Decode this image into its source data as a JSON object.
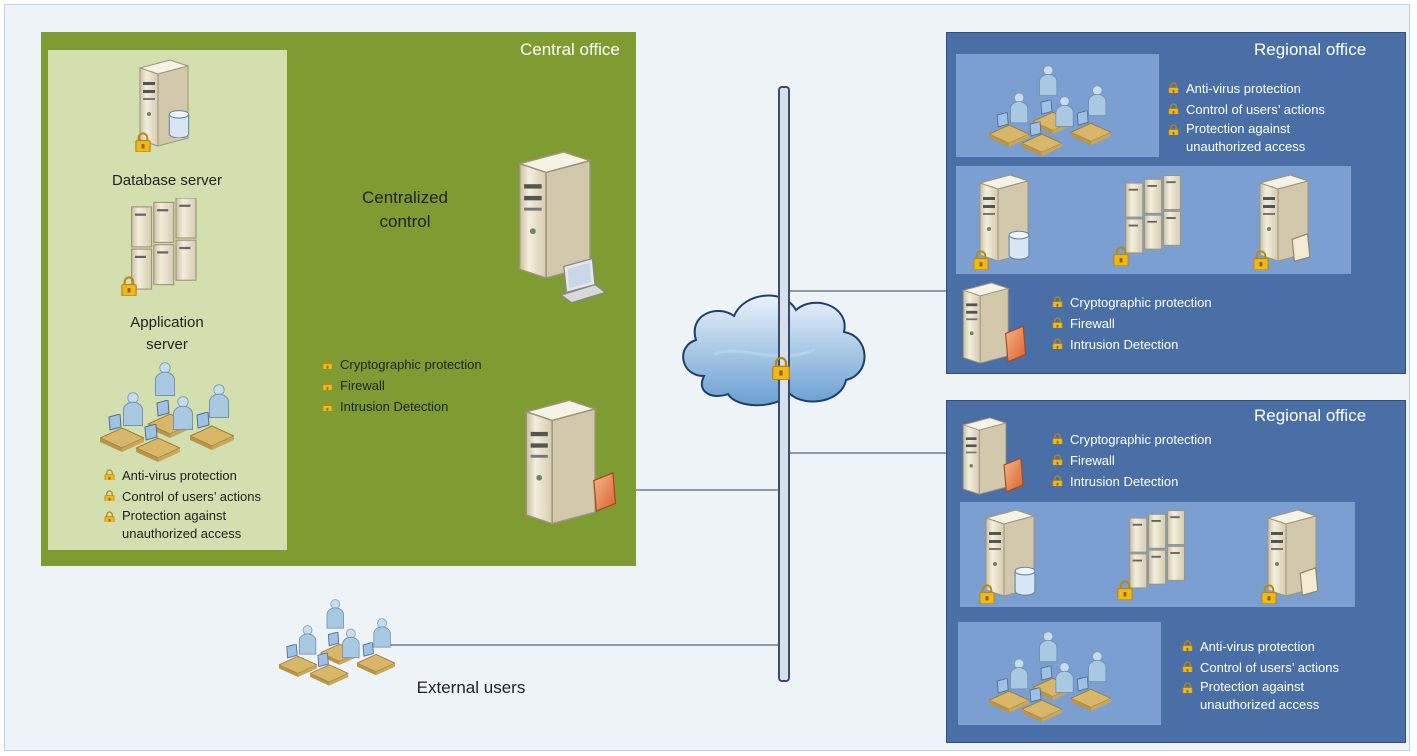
{
  "central_office": {
    "title": "Central office",
    "database_server_label": "Database server",
    "application_server_label": "Application\nserver",
    "centralized_control_label": "Centralized\ncontrol",
    "workstation_protections": [
      "Anti-virus protection",
      "Control of users’ actions",
      "Protection against\nunauthorized access"
    ],
    "gateway_protections": [
      "Cryptographic protection",
      "Firewall",
      "Intrusion Detection"
    ]
  },
  "regional_office_1": {
    "title": "Regional office",
    "workstation_protections": [
      "Anti-virus protection",
      "Control of users’ actions",
      "Protection against\nunauthorized access"
    ],
    "gateway_protections": [
      "Cryptographic protection",
      "Firewall",
      "Intrusion Detection"
    ]
  },
  "regional_office_2": {
    "title": "Regional office",
    "gateway_protections": [
      "Cryptographic protection",
      "Firewall",
      "Intrusion Detection"
    ],
    "workstation_protections": [
      "Anti-virus protection",
      "Control of users’ actions",
      "Protection against\nunauthorized access"
    ]
  },
  "external_users_label": "External users",
  "colors": {
    "central_office": "#7f9c33",
    "central_panel": "#d3dfae",
    "regional_office": "#4a6fa7",
    "regional_panel": "#7c9fd1",
    "lock": "#f2b71c",
    "server": "#e9e1c8",
    "backbone": "#3a4d6e"
  },
  "icons": [
    "server-icon",
    "database-icon",
    "server-rack-icon",
    "workstation-group-icon",
    "firewall-icon",
    "cloud-icon",
    "lock-icon",
    "computer-icon",
    "document-icon"
  ]
}
